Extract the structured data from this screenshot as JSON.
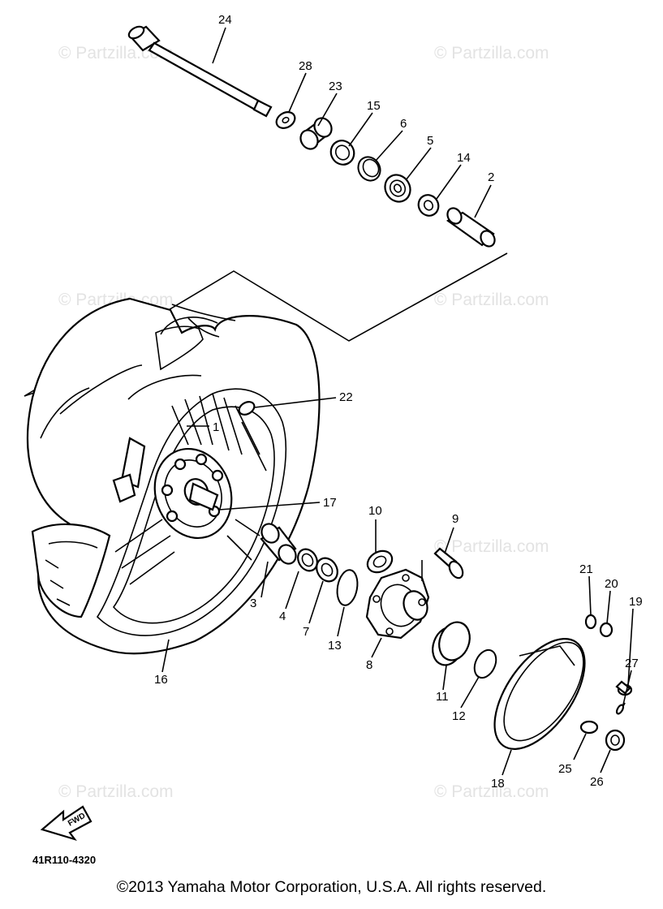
{
  "watermark": "© Partzilla.com",
  "diagram_code": "41R110-4320",
  "fwd_label": "FWD",
  "copyright": "©2013  Yamaha Motor Corporation, U.S.A. All rights reserved.",
  "callouts": {
    "p1": "1",
    "p2": "2",
    "p3": "3",
    "p4": "4",
    "p5": "5",
    "p6": "6",
    "p7": "7",
    "p8": "8",
    "p9": "9",
    "p10": "10",
    "p11": "11",
    "p12": "12",
    "p13": "13",
    "p14": "14",
    "p15": "15",
    "p16": "16",
    "p17": "17",
    "p18": "18",
    "p19": "19",
    "p20": "20",
    "p21": "21",
    "p22": "22",
    "p23": "23",
    "p24": "24",
    "p25": "25",
    "p26": "26",
    "p27": "27",
    "p28": "28"
  }
}
